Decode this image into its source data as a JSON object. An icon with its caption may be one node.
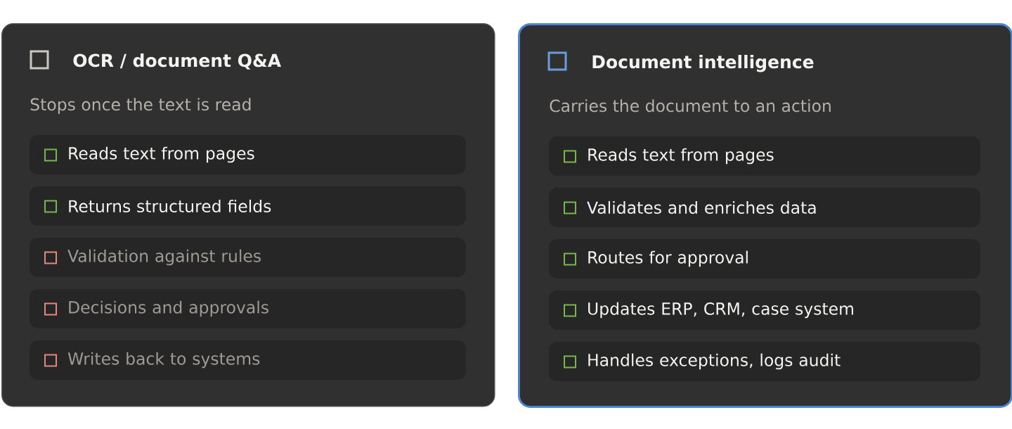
{
  "diagram": {
    "nodes": [
      {
        "text": [
          "OCR / document Q&A",
          "Stops once the text is read"
        ]
      },
      {
        "text": [
          "Reads text from pages"
        ],
        "in": 0
      },
      {
        "text": [
          "Returns structured fields"
        ],
        "in": 0
      },
      {
        "text": [
          "Validation against rules"
        ],
        "in": 0
      },
      {
        "text": [
          "Decisions and approvals"
        ],
        "in": 0
      },
      {
        "text": [
          "Writes back to systems"
        ],
        "in": 0
      },
      {
        "text": [
          "Document intelligence",
          "Carries the document to an action"
        ]
      },
      {
        "text": [
          "Reads text from pages"
        ],
        "in": 6
      },
      {
        "text": [
          "Validates and enriches data"
        ],
        "in": 6
      },
      {
        "text": [
          "Routes for approval"
        ],
        "in": 6
      },
      {
        "text": [
          "Updates ERP, CRM, case system"
        ],
        "in": 6
      },
      {
        "text": [
          "Handles exceptions, logs audit"
        ],
        "in": 6
      }
    ]
  }
}
